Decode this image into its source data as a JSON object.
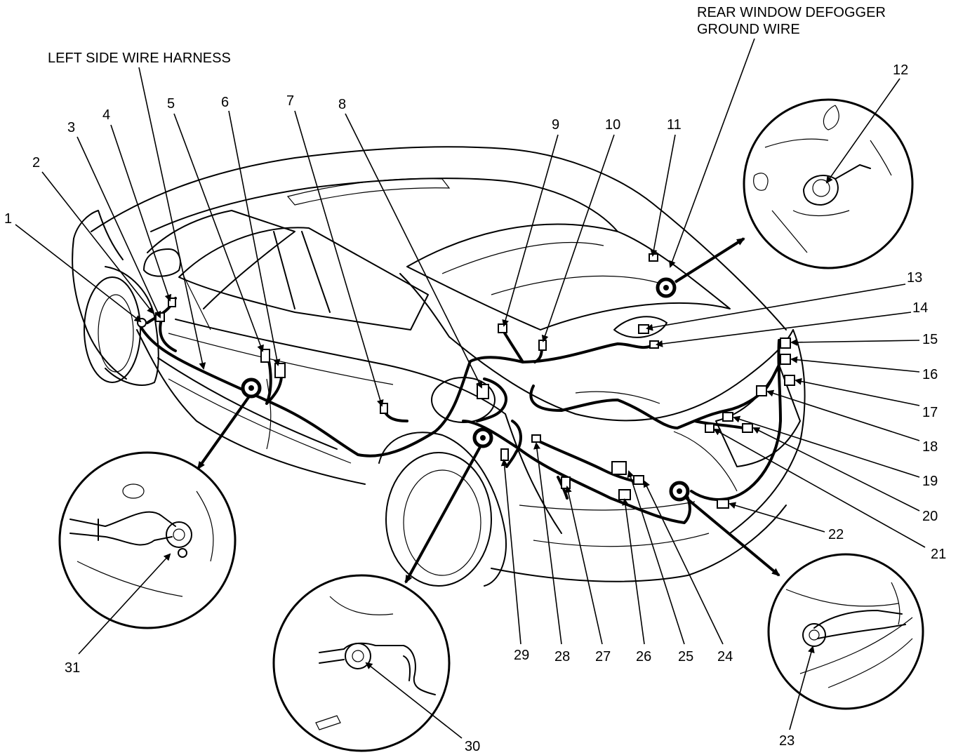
{
  "titles": {
    "left_side_wire_harness": "LEFT SIDE WIRE HARNESS",
    "rear_window_defogger_line1": "REAR WINDOW DEFOGGER",
    "rear_window_defogger_line2": "GROUND WIRE"
  },
  "callouts": [
    "1",
    "2",
    "3",
    "4",
    "5",
    "6",
    "7",
    "8",
    "9",
    "10",
    "11",
    "12",
    "13",
    "14",
    "15",
    "16",
    "17",
    "18",
    "19",
    "20",
    "21",
    "22",
    "23",
    "24",
    "25",
    "26",
    "27",
    "28",
    "29",
    "30",
    "31"
  ]
}
